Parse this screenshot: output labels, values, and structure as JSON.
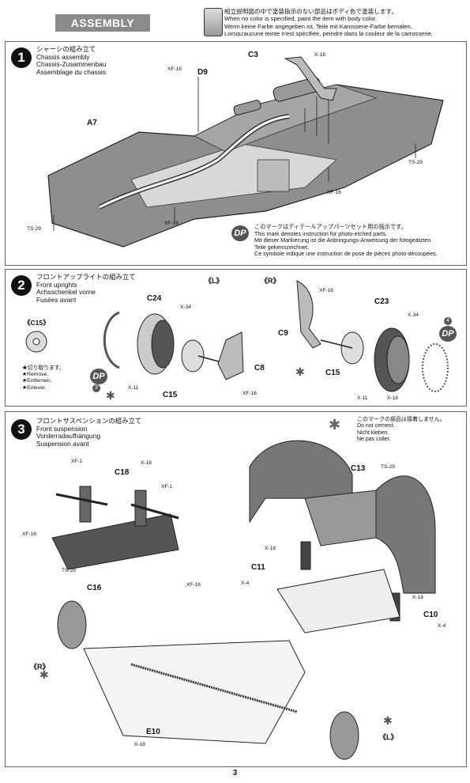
{
  "header": {
    "title": "ASSEMBLY",
    "notes": [
      "組立説明図の中で塗装指示のない部品はボディ色で塗装します。",
      "When no color is specified, paint the item with body color.",
      "Wenn keine Farbe angegeben ist, Teile mit Karosserie-Farbe bemalen.",
      "Lorsqu'aucune teinte n'est spécifiée, peindre dans la couleur de la carrosserie."
    ]
  },
  "step1": {
    "number": "1",
    "title_jp": "シャーシの組み立て",
    "title_en": "Chassis assembly",
    "title_de": "Chassis-Zusammenbau",
    "title_fr": "Assemblage du chassis",
    "labels": {
      "a7": "A7",
      "d9": "D9",
      "c3": "C3",
      "xf16_a": "XF-16",
      "xf16_b": "XF-16",
      "xf16_c": "XF-16",
      "x18": "X-18",
      "ts29_a": "TS-29",
      "ts29_b": "TS-29"
    },
    "dp_mark": "DP",
    "dp_note": [
      "このマークはディテールアップパーツセット用の指示です。",
      "This mark denotes instruction for photo-etched parts.",
      "Mit dieser Markierung ist die Anbringungs-Anweisung der fotogeätzten",
      "Teile gekennzeichnet.",
      "Ce symbole indique une instruction de pose de pièces photo-découpées."
    ]
  },
  "step2": {
    "number": "2",
    "title_jp": "フロントアップライトの組み立て",
    "title_en": "Front uprights",
    "title_de": "Achsschenkel vorne",
    "title_fr": "Fusées avant",
    "side_left": "《L》",
    "side_right": "《R》",
    "c15_box": "《C15》",
    "remove_notes": [
      "★切り取ります。",
      "★Remove.",
      "★Entfernen.",
      "★Enlever."
    ],
    "labels": {
      "c24": "C24",
      "c23": "C23",
      "c15_l": "C15",
      "c15_r": "C15",
      "c8": "C8",
      "c9": "C9",
      "x34_l": "X-34",
      "x34_r": "X-34",
      "x11_l": "X-11",
      "x11_r": "X-11",
      "x18": "X-18",
      "xf16_l": "XF-16",
      "xf16_r": "XF-16"
    },
    "dp_left": "DP",
    "dp_left_num": "3",
    "dp_right": "DP",
    "dp_right_num": "4"
  },
  "step3": {
    "number": "3",
    "title_jp": "フロントサスペンションの組み立て",
    "title_en": "Front suspension",
    "title_de": "Vorderradaufhängung",
    "title_fr": "Suspension avant",
    "cement_note": [
      "このマークの部品は接着しません。",
      "Do not cement.",
      "Nicht kleben.",
      "Ne pas coller."
    ],
    "side_right": "《R》",
    "side_left": "《L》",
    "labels": {
      "c18": "C18",
      "c16": "C16",
      "c13": "C13",
      "c11": "C11",
      "c10": "C10",
      "e10": "E10",
      "xf1_a": "XF-1",
      "xf1_b": "XF-1",
      "xf16_a": "XF-16",
      "xf16_b": "XF-16",
      "x18_a": "X-18",
      "x18_b": "X-18",
      "x18_c": "X-18",
      "x18_d": "X-18",
      "x4_a": "X-4",
      "x4_b": "X-4",
      "ts29_a": "TS-29",
      "ts29_b": "TS-29"
    }
  },
  "page_number": "3"
}
